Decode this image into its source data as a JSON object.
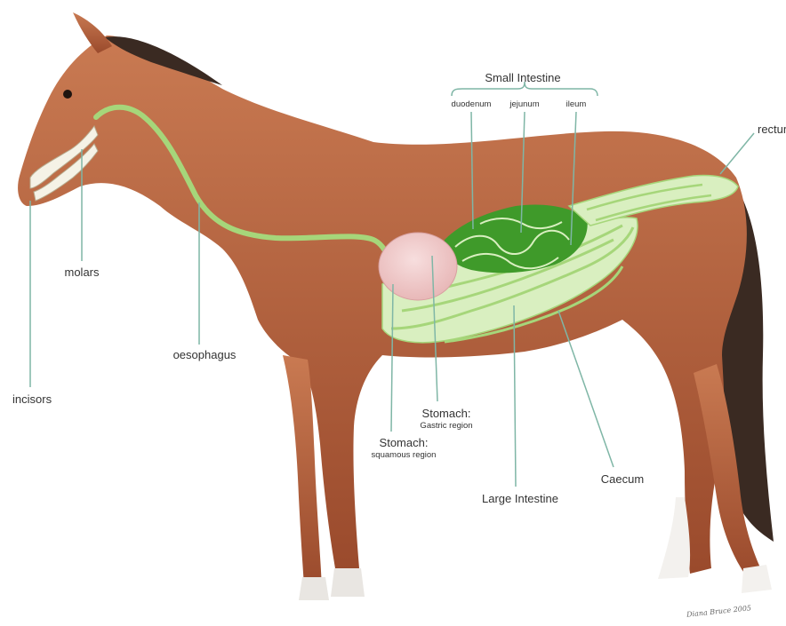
{
  "diagram": {
    "colors": {
      "coat": "#9a4a2c",
      "coat_light": "#c97a52",
      "mane": "#3a2a22",
      "tract": "#a6d67a",
      "tract_light": "#d9efc0",
      "tract_dark": "#3f9a2a",
      "stomach": "#e8b8b8",
      "leader": "#7fb6a6"
    },
    "labels": {
      "small_intestine": "Small Intestine",
      "duodenum": "duodenum",
      "jejunum": "jejunum",
      "ileum": "ileum",
      "rectum": "rectum",
      "molars": "molars",
      "oesophagus": "oesophagus",
      "incisors": "incisors",
      "stomach_gastric_title": "Stomach:",
      "stomach_gastric_sub": "Gastric region",
      "stomach_squamous_title": "Stomach:",
      "stomach_squamous_sub": "squamous region",
      "large_intestine": "Large Intestine",
      "caecum": "Caecum"
    },
    "signature": "Diana Bruce 2005"
  }
}
